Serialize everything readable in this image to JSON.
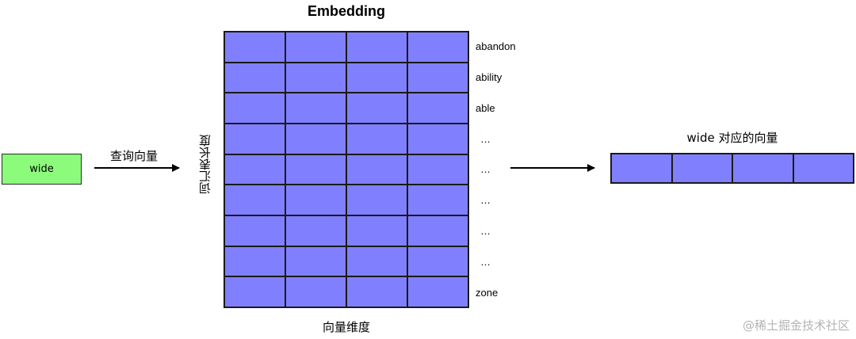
{
  "title": "Embedding",
  "input_word": "wide",
  "query_label": "查询向量",
  "vocab_label": "词汇表长度",
  "row_labels": [
    "abandon",
    "ability",
    "able",
    "…",
    "…",
    "…",
    "…",
    "…",
    "zone"
  ],
  "dimension_label": "向量维度",
  "output_label": "wide 对应的向量",
  "watermark": "@稀土掘金技术社区",
  "matrix": {
    "rows": 9,
    "cols": 4
  },
  "output_vector": {
    "cols": 4
  },
  "colors": {
    "cell_fill": "#8080ff",
    "input_fill": "#8cfb7c",
    "border": "#1a1a1a"
  }
}
